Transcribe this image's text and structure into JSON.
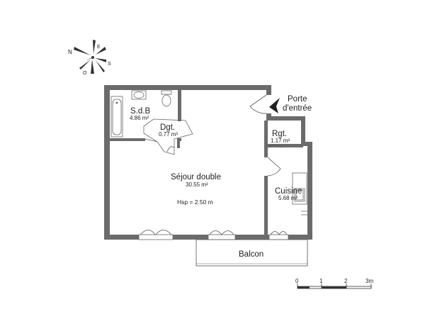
{
  "compass": {
    "north": "N",
    "east": "E",
    "south": "S",
    "west": "O"
  },
  "entrance": {
    "line1": "Porte",
    "line2": "d'entrée"
  },
  "rooms": {
    "sdb": {
      "name": "S.d.B",
      "area": "4.86 m²"
    },
    "dgt": {
      "name": "Dgt.",
      "area": "0.77 m²"
    },
    "rgt": {
      "name": "Rgt.",
      "area": "1.17 m²"
    },
    "sejour": {
      "name": "Séjour double",
      "area": "30.55 m²",
      "height": "Hsp = 2.50 m"
    },
    "cuisine": {
      "name": "Cuisine",
      "area": "5.68 m²"
    },
    "balcon": {
      "name": "Balcon"
    }
  },
  "scale": {
    "ticks": [
      "0",
      "1",
      "2",
      "3m"
    ]
  },
  "colors": {
    "wall": "#6b6b6b",
    "line": "#555555",
    "text": "#222222"
  }
}
